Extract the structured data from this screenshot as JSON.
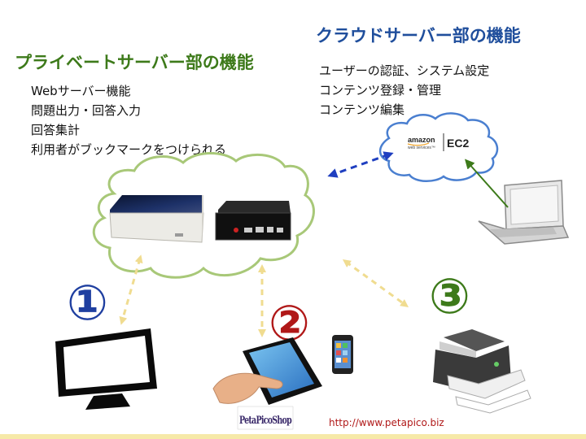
{
  "cloud_server": {
    "title": "クラウドサーバー部の機能",
    "features": [
      "ユーザーの認証、システム設定",
      "コンテンツ登録・管理",
      "コンテンツ編集"
    ],
    "ec2_logo": {
      "brand": "amazon",
      "sub": "web services™",
      "service": "EC2"
    }
  },
  "private_server": {
    "title": "プライベートサーバー部の機能",
    "features": [
      "Webサーバー機能",
      "問題出力・回答入力",
      "回答集計",
      "利用者がブックマークをつけられる"
    ]
  },
  "clients": {
    "one": "①",
    "two": "②",
    "three": "③"
  },
  "logo": {
    "text": "PetaPicoShop"
  },
  "url": "http://www.petapico.biz",
  "colors": {
    "cloud_title": "#1f4e9c",
    "private_title": "#3d7a1a",
    "num1": "#1f3fa0",
    "num2": "#b01818",
    "num3": "#3d7a1a",
    "cloud_outline_green": "#a8c878",
    "cloud_outline_blue": "#4a7fd0",
    "dashed_arrow": "#f0dc90"
  }
}
